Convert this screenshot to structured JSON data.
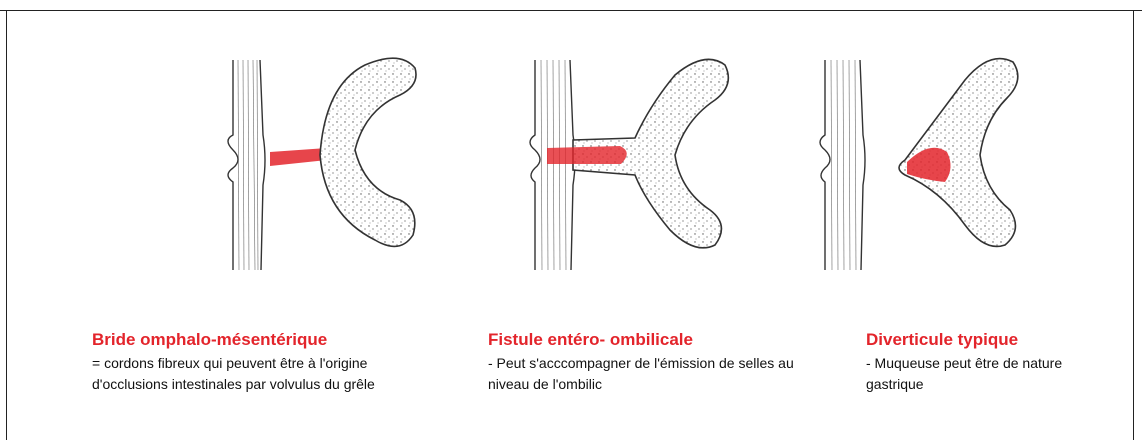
{
  "colors": {
    "accent": "#e3242b",
    "line": "#333333",
    "stipple": "#555555"
  },
  "panels": [
    {
      "title": "Bride omphalo-mésentérique",
      "desc": "= cordons fibreux qui peuvent être à l'origine d'occlusions intestinales par volvulus du grêle"
    },
    {
      "title": "Fistule entéro- ombilicale",
      "desc": "- Peut s'acccompagner de l'émission de selles au niveau de l'ombilic"
    },
    {
      "title": "Diverticule typique",
      "desc": "- Muqueuse peut être de nature gastrique"
    }
  ]
}
